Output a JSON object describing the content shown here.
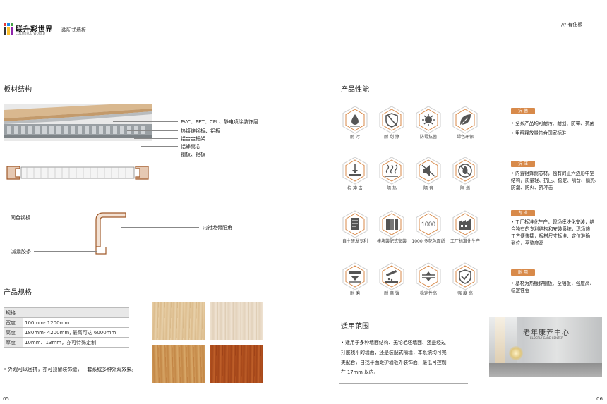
{
  "header": {
    "logo_cn": "联升彩世界",
    "logo_en": "COLORFUL WORLD",
    "subtitle": "装配式墙板",
    "right_label": "/// 有住板"
  },
  "left": {
    "structure_title": "板材结构",
    "layers": [
      "PVC、PET、CPL、静电喷涂装饰层",
      "热镀锌钢板、铝板",
      "铝合金框架",
      "铝蜂窝芯",
      "钢板、铝板"
    ],
    "profile_labels": {
      "steel": "同色钢板",
      "corner": "内衬龙骨阳角",
      "strip": "减震胶条"
    },
    "spec_title": "产品规格",
    "spec_table": [
      {
        "k": "规格",
        "v": ""
      },
      {
        "k": "宽度",
        "v": "100mm- 1200mm"
      },
      {
        "k": "高度",
        "v": "180mm- 4200mm, 最高可达 6000mm"
      },
      {
        "k": "厚度",
        "v": "10mm、13mm，亦可特殊定制"
      }
    ],
    "spec_note": "• 外观可以密拼，亦可预留装饰缝，一套系统多种外观效果。",
    "page_no": "05"
  },
  "right": {
    "perf_title": "产品性能",
    "rows": [
      {
        "tag": "抗 菌",
        "icons": [
          "耐 污",
          "耐 刮 擦",
          "防霉抗菌",
          "绿色环保"
        ],
        "icon_names": [
          "stain-resist-icon",
          "scratch-resist-icon",
          "antibacterial-icon",
          "eco-leaf-icon"
        ],
        "desc": [
          "• 全系产品均可耐污、耐划、防霉、抗菌",
          "• 甲醛释放量符合国家标准"
        ]
      },
      {
        "tag": "抗 压",
        "icons": [
          "抗 冲 击",
          "隔 热",
          "隔 音",
          "阻 燃"
        ],
        "icon_names": [
          "impact-resist-icon",
          "heat-insulation-icon",
          "sound-insulation-icon",
          "flame-retardant-icon"
        ],
        "desc": [
          "• 内置铝蜂窝芯材，独有的正六边形中空",
          "结构，质量轻、抗压、稳定、隔音、隔热、",
          "防潮、防火、抗冲击"
        ]
      },
      {
        "tag": "专 业",
        "icons": [
          "自主研发专利",
          "模块装配式安装",
          "1000 多花色面纸",
          "工厂标准化生产"
        ],
        "icon_names": [
          "patent-icon",
          "modular-install-icon",
          "colors-1000-icon",
          "factory-icon"
        ],
        "desc": [
          "• 工厂标准化生产，现场模块化安装，结",
          "合独有的专利结构和安装系统，现场施",
          "工方便快捷，板材尺寸标准、定位准确",
          "到位，平整度高"
        ]
      },
      {
        "tag": "耐 用",
        "icons": [
          "耐 磨",
          "耐 腐 蚀",
          "稳定性高",
          "强 度 高"
        ],
        "icon_names": [
          "wear-resist-icon",
          "corrosion-resist-icon",
          "stability-icon",
          "strength-icon"
        ],
        "desc": [
          "• 基材为热镀锌钢板、全铝板，强度高、",
          "稳定性强"
        ]
      }
    ],
    "scope_title": "适用范围",
    "scope_text": [
      "• 适用于多种墙面结构、无论毛坯墙面、还是经过",
      "打底找平的墙面，还是装配式隔墙，本系统均可完",
      "美配合，自找平面距护墙板外装饰面，最低可控制",
      "在 17mm 以内。"
    ],
    "photo_sign": "老年康养中心",
    "photo_sign_en": "ELDERLY CARE CENTER",
    "page_no": "06"
  },
  "colors": {
    "accent": "#d88a4a",
    "hex_bg": "#ffffff",
    "hex_border": "#cfcfcf"
  }
}
